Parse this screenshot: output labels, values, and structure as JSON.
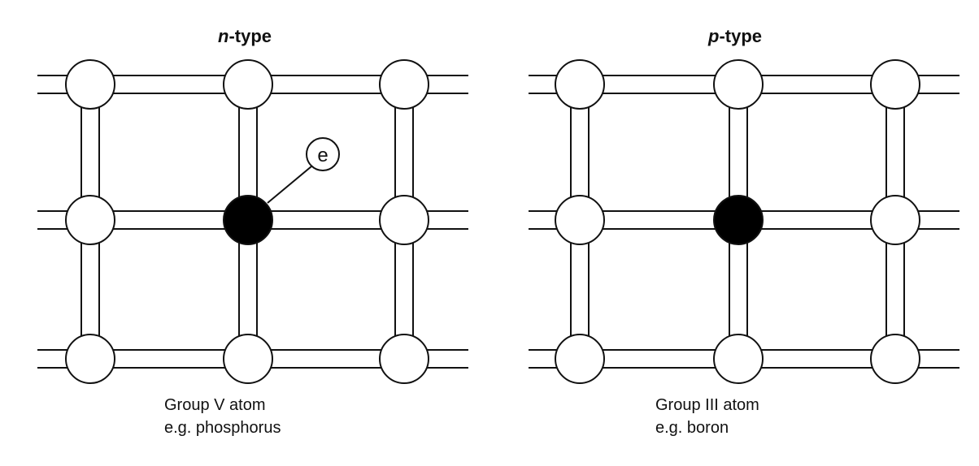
{
  "panels": [
    {
      "id": "n-type",
      "title_italic": "n",
      "title_rest": "-type",
      "caption_line1": "Group V atom",
      "caption_line2": "e.g. phosphorus",
      "extra_electron_label": "e",
      "dopant_color": "#000000",
      "has_extra_electron": true,
      "missing_bond": "none"
    },
    {
      "id": "p-type",
      "title_italic": "p",
      "title_rest": "-type",
      "caption_line1": "Group III atom",
      "caption_line2": "e.g. boron",
      "dopant_color": "#000000",
      "has_extra_electron": false,
      "missing_bond": "right-of-dopant"
    }
  ]
}
